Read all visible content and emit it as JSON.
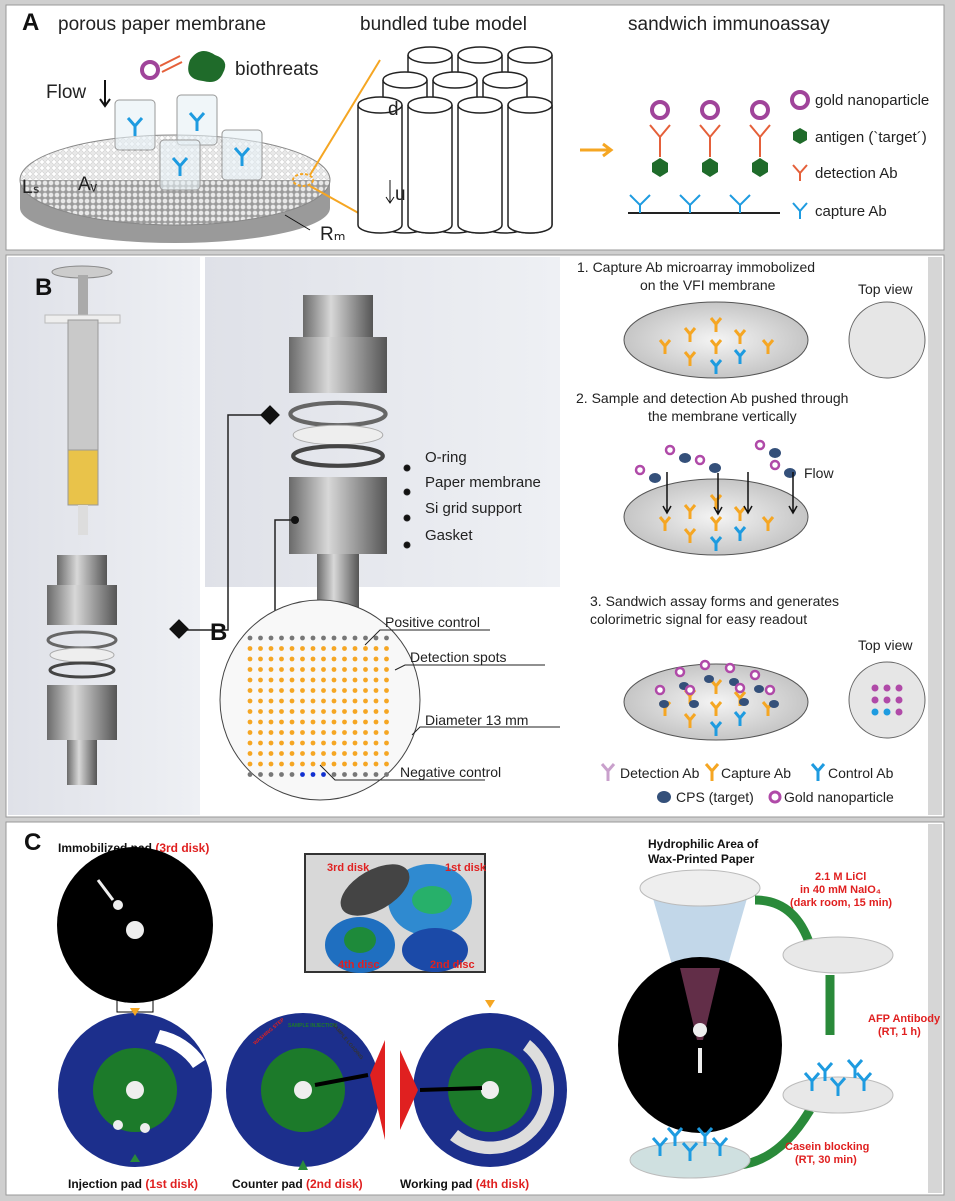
{
  "panel_a": {
    "label": "A",
    "titles": [
      "porous paper membrane",
      "bundled tube model",
      "sandwich immunoassay"
    ],
    "flow": "Flow",
    "biothreats": "biothreats",
    "symbols": {
      "ls": "Lₛ",
      "av": "Aᵥ",
      "rm": "Rₘ",
      "d": "d",
      "u": "u"
    },
    "legend": [
      "gold nanoparticle",
      "antigen (`target´)",
      "detection Ab",
      "capture Ab"
    ]
  },
  "panel_b": {
    "label": "B",
    "label2": "B",
    "parts": [
      "O-ring",
      "Paper membrane",
      "Si grid support",
      "Gasket"
    ],
    "array_labels": [
      "Positive control",
      "Detection spots",
      "Diameter 13 mm",
      "Negative control"
    ],
    "steps": [
      {
        "line1": "1. Capture Ab microarray  immobolized",
        "line2": "on the VFI membrane"
      },
      {
        "line1": "2. Sample and detection Ab pushed through",
        "line2": "the membrane vertically"
      },
      {
        "line1": "3. Sandwich assay forms and generates",
        "line2": "colorimetric signal for easy readout"
      }
    ],
    "top_view": "Top view",
    "flow": "Flow",
    "legend": [
      "Detection Ab",
      "Capture Ab",
      "Control Ab",
      "CPS (target)",
      "Gold nanoparticle"
    ]
  },
  "panel_c": {
    "label": "C",
    "immobilized": {
      "text": "Immobilized pad ",
      "disk": "(3rd disk)"
    },
    "injection": {
      "text": "Injection pad ",
      "disk": "(1st disk)"
    },
    "counter": {
      "text": "Counter pad ",
      "disk": "(2nd disk)"
    },
    "working": {
      "text": "Working pad ",
      "disk": "(4th disk)"
    },
    "photo_labels": [
      "3rd disk",
      "1st disk",
      "4th disc",
      "2nd disc"
    ],
    "counter_segments": [
      "SAMPLE INJECTION",
      "WASHING STEP",
      "SAMPLE LOADING"
    ],
    "hydrophilic": [
      "Hydrophilic Area of",
      "Wax-Printed Paper"
    ],
    "steps": [
      [
        "2.1 M LiCl",
        "in 40 mM NaIO₄",
        "(dark room, 15 min)"
      ],
      [
        "AFP Antibody",
        "(RT, 1 h)"
      ],
      [
        "Casein blocking",
        "(RT, 30 min)"
      ]
    ]
  },
  "colors": {
    "orange": "#f5a623",
    "blue": "#1e9be0",
    "purple": "#b04aa8",
    "green": "#1e7a2a",
    "navy": "#1c2f8c",
    "red": "#e02020"
  }
}
